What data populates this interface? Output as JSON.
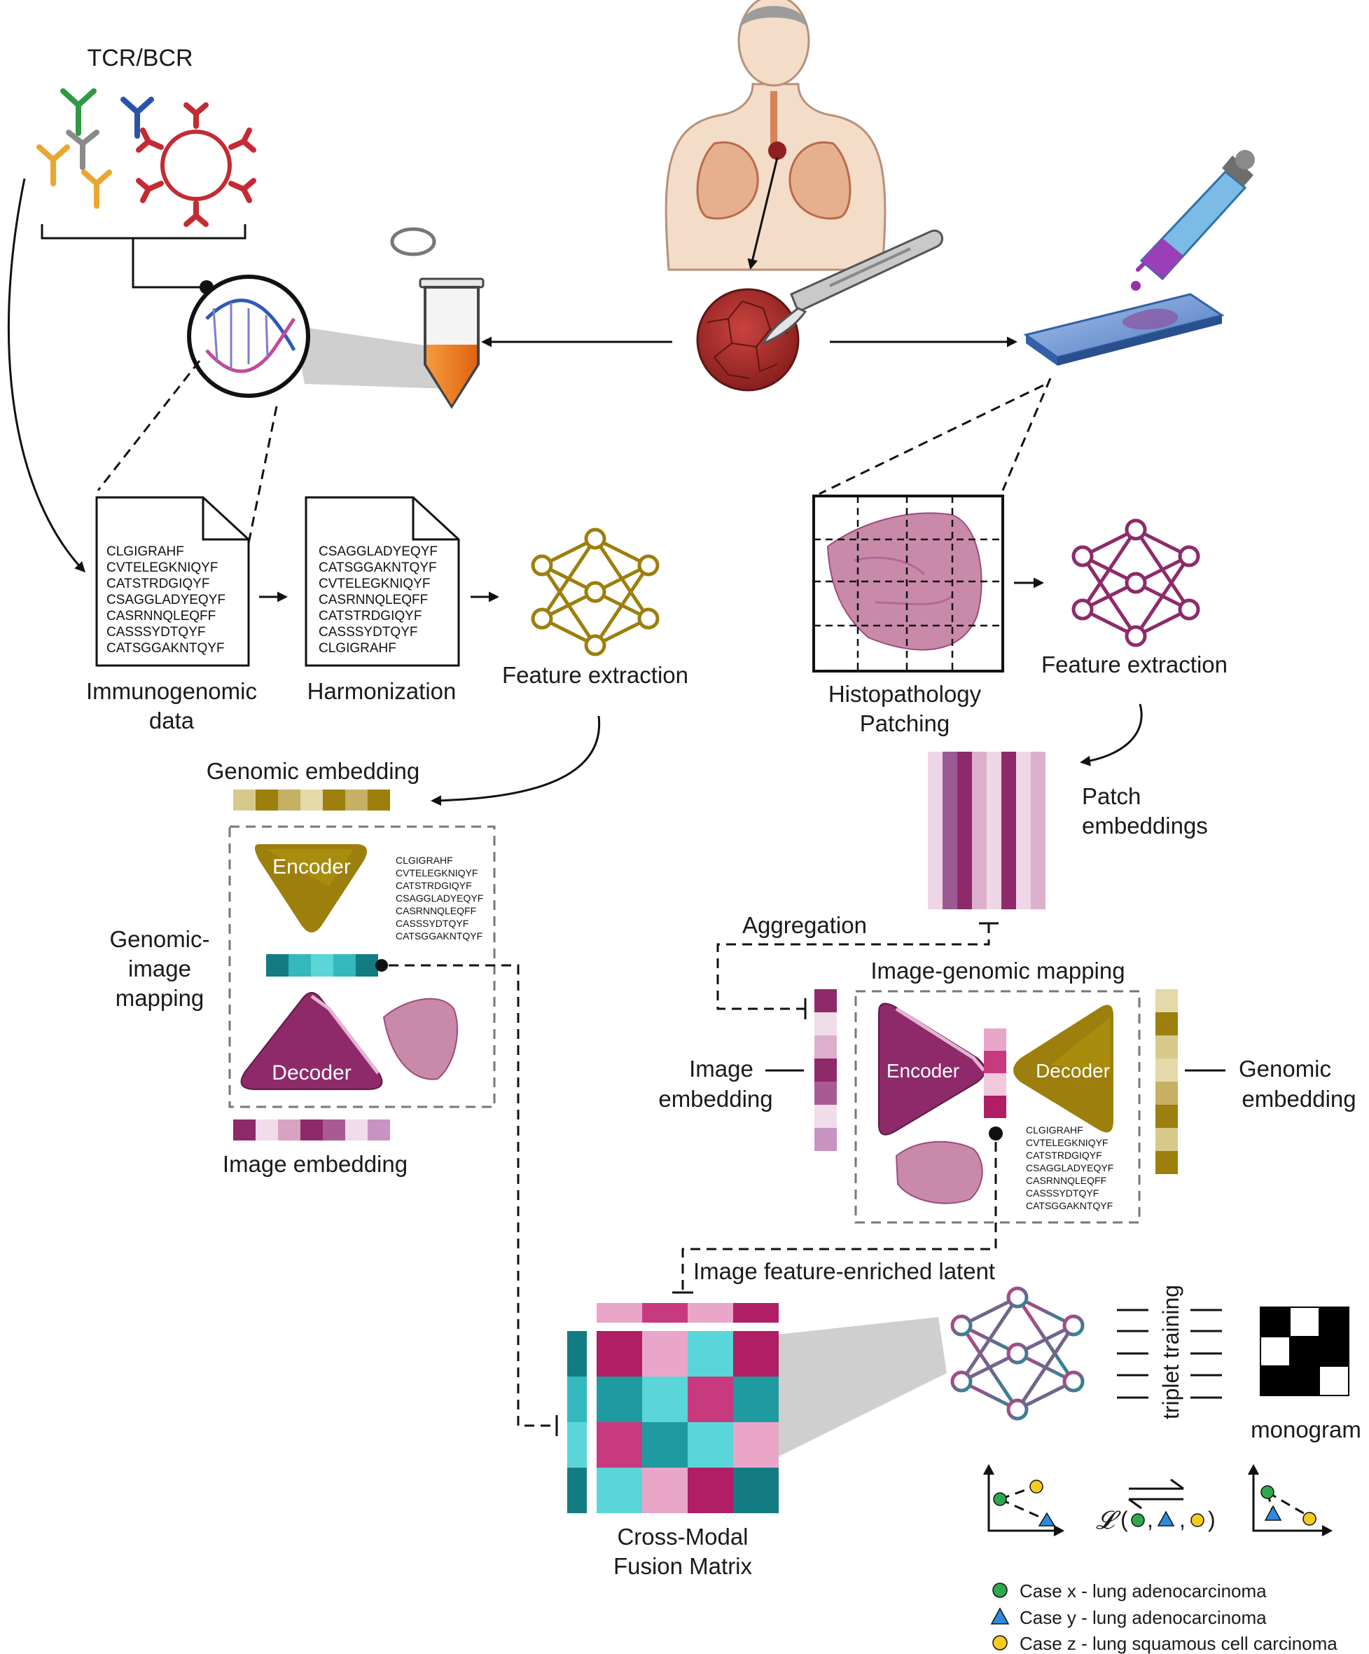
{
  "labels": {
    "tcr_bcr": "TCR/BCR",
    "immunogenomic_1": "Immunogenomic",
    "immunogenomic_2": "data",
    "harmonization": "Harmonization",
    "feature_extraction_left": "Feature extraction",
    "feature_extraction_right": "Feature extraction",
    "histo_1": "Histopathology",
    "histo_2": "Patching",
    "patch_emb_1": "Patch",
    "patch_emb_2": "embeddings",
    "genomic_embedding_top": "Genomic embedding",
    "gim_1": "Genomic-",
    "gim_2": "image",
    "gim_3": "mapping",
    "encoder": "Encoder",
    "decoder": "Decoder",
    "image_embedding_bottom": "Image embedding",
    "aggregation": "Aggregation",
    "igm": "Image-genomic mapping",
    "image_emb_1": "Image",
    "image_emb_2": "embedding",
    "genomic_emb_1": "Genomic",
    "genomic_emb_2": "embedding",
    "latent": "Image feature-enriched latent",
    "fusion_1": "Cross-Modal",
    "fusion_2": "Fusion Matrix",
    "triplet": "triplet training",
    "monogram": "monogram",
    "case_x": "Case x - lung adenocarcinoma",
    "case_y": "Case y - lung adenocarcinoma",
    "case_z": "Case z - lung squamous cell carcinoma",
    "loss_symbol": "𝓛"
  },
  "sequences": {
    "doc1": [
      "CLGIGRAHF",
      "CVTELEGKNIQYF",
      "CATSTRDGIQYF",
      "CSAGGLADYEQYF",
      "CASRNNQLEQFF",
      "CASSSYDTQYF",
      "CATSGGAKNTQYF"
    ],
    "doc2": [
      "CSAGGLADYEQYF",
      "CATSGGAKNTQYF",
      "CVTELEGKNIQYF",
      "CASRNNQLEQFF",
      "CATSTRDGIQYF",
      "CASSSYDTQYF",
      "CLGIGRAHF"
    ],
    "small_left": [
      "CLGIGRAHF",
      "CVTELEGKNIQYF",
      "CATSTRDGIQYF",
      "CSAGGLADYEQYF",
      "CASRNNQLEQFF",
      "CASSSYDTQYF",
      "CATSGGAKNTQYF"
    ],
    "small_right": [
      "CLGIGRAHF",
      "CVTELEGKNIQYF",
      "CATSTRDGIQYF",
      "CSAGGLADYEQYF",
      "CASRNNQLEQFF",
      "CASSSYDTQYF",
      "CATSGGAKNTQYF"
    ]
  },
  "colors": {
    "gold": "#9c7f0c",
    "gold_light": "#d6c98a",
    "magenta": "#8e2a6a",
    "magenta_light": "#e9c6de",
    "teal": "#1a8f96",
    "teal_light": "#5ad6d8",
    "pink": "#c73a80",
    "orange": "#f07c1f",
    "tumor": "#b23533",
    "tissue": "#c98aa9"
  },
  "embeddings": {
    "genomic_top": [
      "#d6c98a",
      "#9c7f0c",
      "#c5b063",
      "#e3d9a9",
      "#9c7f0c",
      "#c5b063",
      "#9c7f0c"
    ],
    "image_bottom": [
      "#8e2a6a",
      "#f1dcea",
      "#d7a3c1",
      "#8e2a6a",
      "#a85a93",
      "#f1dcea",
      "#c793c1"
    ],
    "latent_left": [
      "#137c82",
      "#33b9bd",
      "#5ad6d8",
      "#33b9bd",
      "#137c82"
    ],
    "patch_cols": [
      "#efd6e6",
      "#9c5a95",
      "#8e2a6a",
      "#dcb0cc",
      "#efd6e6",
      "#8e2a6a",
      "#efd6e6",
      "#dcb0cc"
    ],
    "image_vertical": [
      "#8e2a6a",
      "#f1dcea",
      "#dcb0cc",
      "#8e2a6a",
      "#a85a93",
      "#f1dcea",
      "#c793c1"
    ],
    "genomic_vertical": [
      "#e3d9a9",
      "#9c7f0c",
      "#d6c98a",
      "#e3d9a9",
      "#c5b063",
      "#9c7f0c",
      "#d6c98a",
      "#9c7f0c"
    ],
    "latent_center": [
      "#e9a6c8",
      "#c73a80",
      "#f1c9dd",
      "#b01e66"
    ],
    "fusion_top": [
      "#e9a6c8",
      "#c73a80",
      "#e9a6c8",
      "#b01e66"
    ],
    "fusion_left": [
      "#137c82",
      "#33b9bd",
      "#5ad6d8",
      "#137c82"
    ],
    "fusion_grid": [
      [
        "#b01e66",
        "#e9a6c8",
        "#5ad6d8",
        "#b01e66"
      ],
      [
        "#1f9aa0",
        "#5ad6d8",
        "#c73a80",
        "#1f9aa0"
      ],
      [
        "#c73a80",
        "#1f9aa0",
        "#5ad6d8",
        "#e9a6c8"
      ],
      [
        "#5ad6d8",
        "#e9a6c8",
        "#b01e66",
        "#137c82"
      ]
    ],
    "monogram": [
      [
        1,
        0,
        1
      ],
      [
        0,
        1,
        1
      ],
      [
        1,
        1,
        0
      ]
    ]
  }
}
